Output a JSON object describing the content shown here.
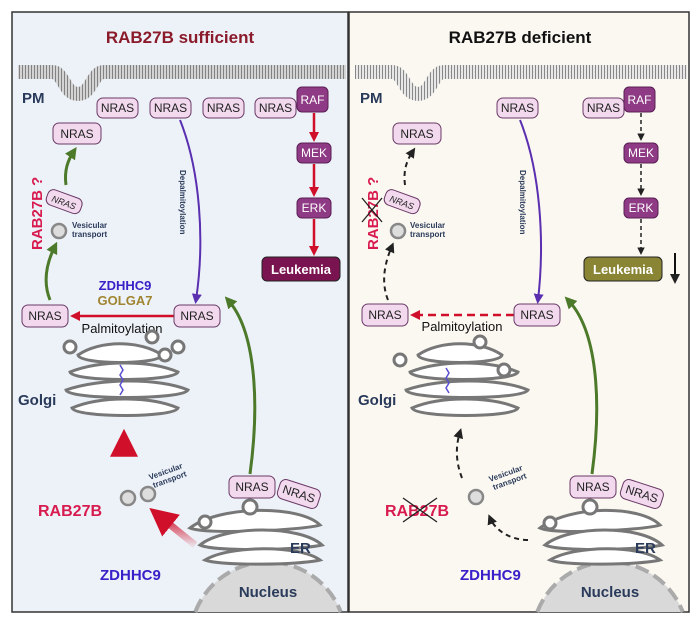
{
  "colors": {
    "left_bg": "#edf2f8",
    "right_bg": "#fbf8f1",
    "red": "#d0102a",
    "green": "#4d7a2a",
    "purple": "#5a2fb0",
    "leukemia_left": "#7a1450",
    "leukemia_right": "#8a8535",
    "rab27b": "#d81b4f",
    "zdhhc9": "#3a20c8",
    "golga7": "#a08530"
  },
  "left": {
    "title": "RAB27B sufficient",
    "pm": "PM",
    "nras": "NRAS",
    "raf": "RAF",
    "mek": "MEK",
    "erk": "ERK",
    "leukemia": "Leukemia",
    "depalmitoylation": "Depalmitoylation",
    "rab27b_q": "RAB27B ?",
    "vesicular1": "Vesicular",
    "transport1": "transport",
    "zdhhc9_top": "ZDHHC9",
    "golga7": "GOLGA7",
    "palmitoylation": "Palmitoylation",
    "golgi": "Golgi",
    "rab27b": "RAB27B",
    "zdhhc9_bottom": "ZDHHC9",
    "er": "ER",
    "nucleus": "Nucleus"
  },
  "right": {
    "title": "RAB27B deficient",
    "pm": "PM",
    "nras": "NRAS",
    "raf": "RAF",
    "mek": "MEK",
    "erk": "ERK",
    "leukemia": "Leukemia",
    "decrease_icon": "arrow-down-icon",
    "depalmitoylation": "Depalmitoylation",
    "rab27b_q": "RAB27B ?",
    "vesicular1": "Vesicular",
    "transport1": "transport",
    "palmitoylation": "Palmitoylation",
    "golgi": "Golgi",
    "rab27b": "RAB27B",
    "zdhhc9_bottom": "ZDHHC9",
    "er": "ER",
    "nucleus": "Nucleus"
  }
}
